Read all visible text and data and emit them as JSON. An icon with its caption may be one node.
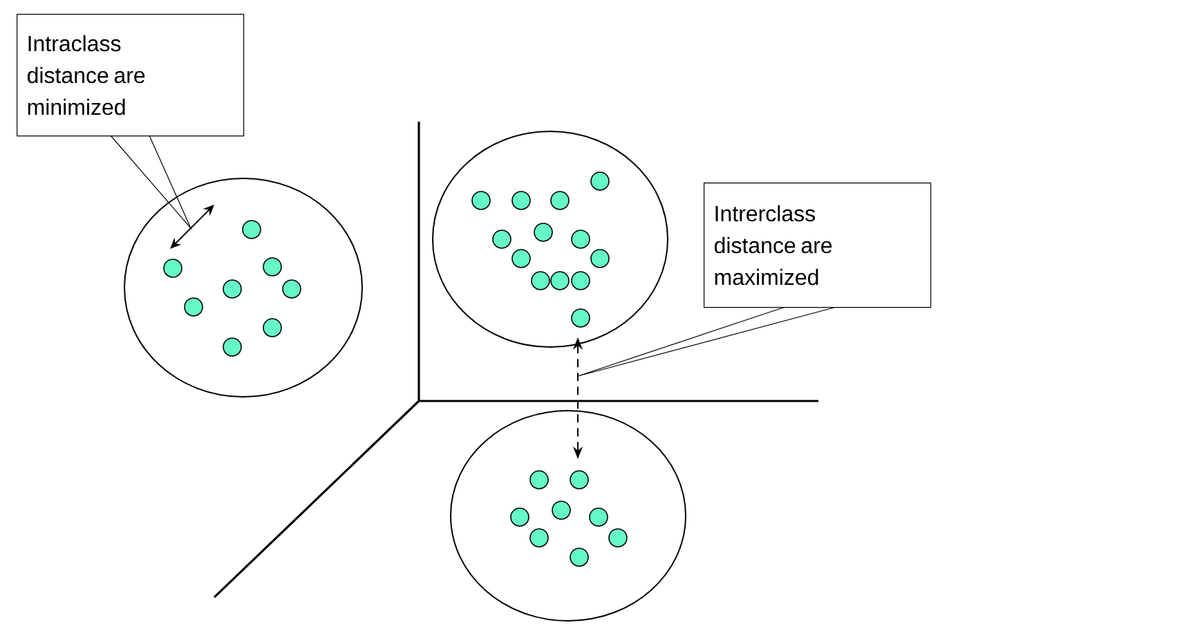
{
  "diagram": {
    "nodes": [
      {
        "text": [
          "Intraclass distance are minimized"
        ]
      },
      {
        "text": [
          "Intrerclass distance are maximized"
        ]
      },
      {
        "text": [],
        "shape": "ellipse"
      },
      {
        "text": [],
        "shape": "ellipse"
      },
      {
        "text": [],
        "shape": "ellipse"
      }
    ],
    "edges": [
      {
        "from": 3,
        "to": 4,
        "arrow": "both",
        "style": "dashed"
      }
    ]
  }
}
